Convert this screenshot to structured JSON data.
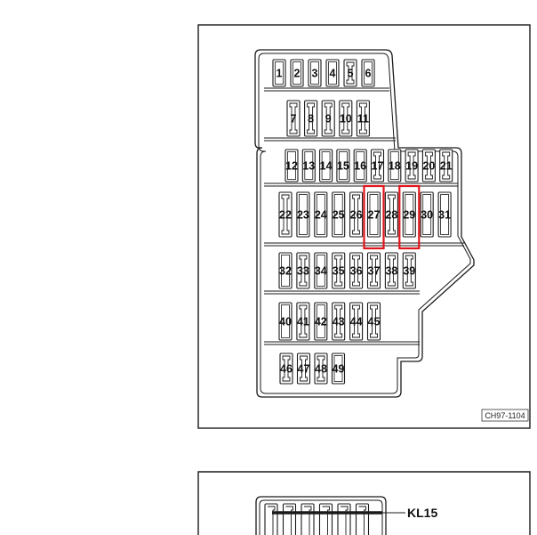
{
  "diagram_top": {
    "reference_code": "CH97-1104",
    "highlight_color": "#e0151b",
    "rows": [
      {
        "fuses": [
          {
            "number": "1",
            "style": "plain"
          },
          {
            "number": "2",
            "style": "plain"
          },
          {
            "number": "3",
            "style": "plain"
          },
          {
            "number": "4",
            "style": "plain"
          },
          {
            "number": "5",
            "style": "slot"
          },
          {
            "number": "6",
            "style": "plain"
          }
        ]
      },
      {
        "fuses": [
          {
            "number": "7",
            "style": "slot"
          },
          {
            "number": "8",
            "style": "slot"
          },
          {
            "number": "9",
            "style": "slot"
          },
          {
            "number": "10",
            "style": "slot"
          },
          {
            "number": "11",
            "style": "slot"
          }
        ]
      },
      {
        "fuses": [
          {
            "number": "12",
            "style": "plain"
          },
          {
            "number": "13",
            "style": "plain"
          },
          {
            "number": "14",
            "style": "plain"
          },
          {
            "number": "15",
            "style": "plain"
          },
          {
            "number": "16",
            "style": "plain"
          },
          {
            "number": "17",
            "style": "slot"
          },
          {
            "number": "18",
            "style": "plain"
          },
          {
            "number": "19",
            "style": "slot"
          },
          {
            "number": "20",
            "style": "slot"
          },
          {
            "number": "21",
            "style": "slot"
          }
        ]
      },
      {
        "fuses": [
          {
            "number": "22",
            "style": "slot"
          },
          {
            "number": "23",
            "style": "plain"
          },
          {
            "number": "24",
            "style": "plain"
          },
          {
            "number": "25",
            "style": "plain"
          },
          {
            "number": "26",
            "style": "slot"
          },
          {
            "number": "27",
            "style": "plain",
            "highlighted": true
          },
          {
            "number": "28",
            "style": "slot"
          },
          {
            "number": "29",
            "style": "plain",
            "highlighted": true
          },
          {
            "number": "30",
            "style": "plain"
          },
          {
            "number": "31",
            "style": "plain"
          }
        ]
      },
      {
        "fuses": [
          {
            "number": "32",
            "style": "plain"
          },
          {
            "number": "33",
            "style": "slot"
          },
          {
            "number": "34",
            "style": "plain"
          },
          {
            "number": "35",
            "style": "slot"
          },
          {
            "number": "36",
            "style": "slot"
          },
          {
            "number": "37",
            "style": "slot"
          },
          {
            "number": "38",
            "style": "slot"
          },
          {
            "number": "39",
            "style": "slot"
          }
        ]
      },
      {
        "fuses": [
          {
            "number": "40",
            "style": "plain"
          },
          {
            "number": "41",
            "style": "slot"
          },
          {
            "number": "42",
            "style": "plain"
          },
          {
            "number": "43",
            "style": "slot"
          },
          {
            "number": "44",
            "style": "slot"
          },
          {
            "number": "45",
            "style": "slot"
          }
        ]
      },
      {
        "fuses": [
          {
            "number": "46",
            "style": "slot"
          },
          {
            "number": "47",
            "style": "slot"
          },
          {
            "number": "48",
            "style": "slot"
          },
          {
            "number": "49",
            "style": "plain"
          }
        ]
      }
    ]
  },
  "diagram_bottom": {
    "label": "KL15"
  }
}
